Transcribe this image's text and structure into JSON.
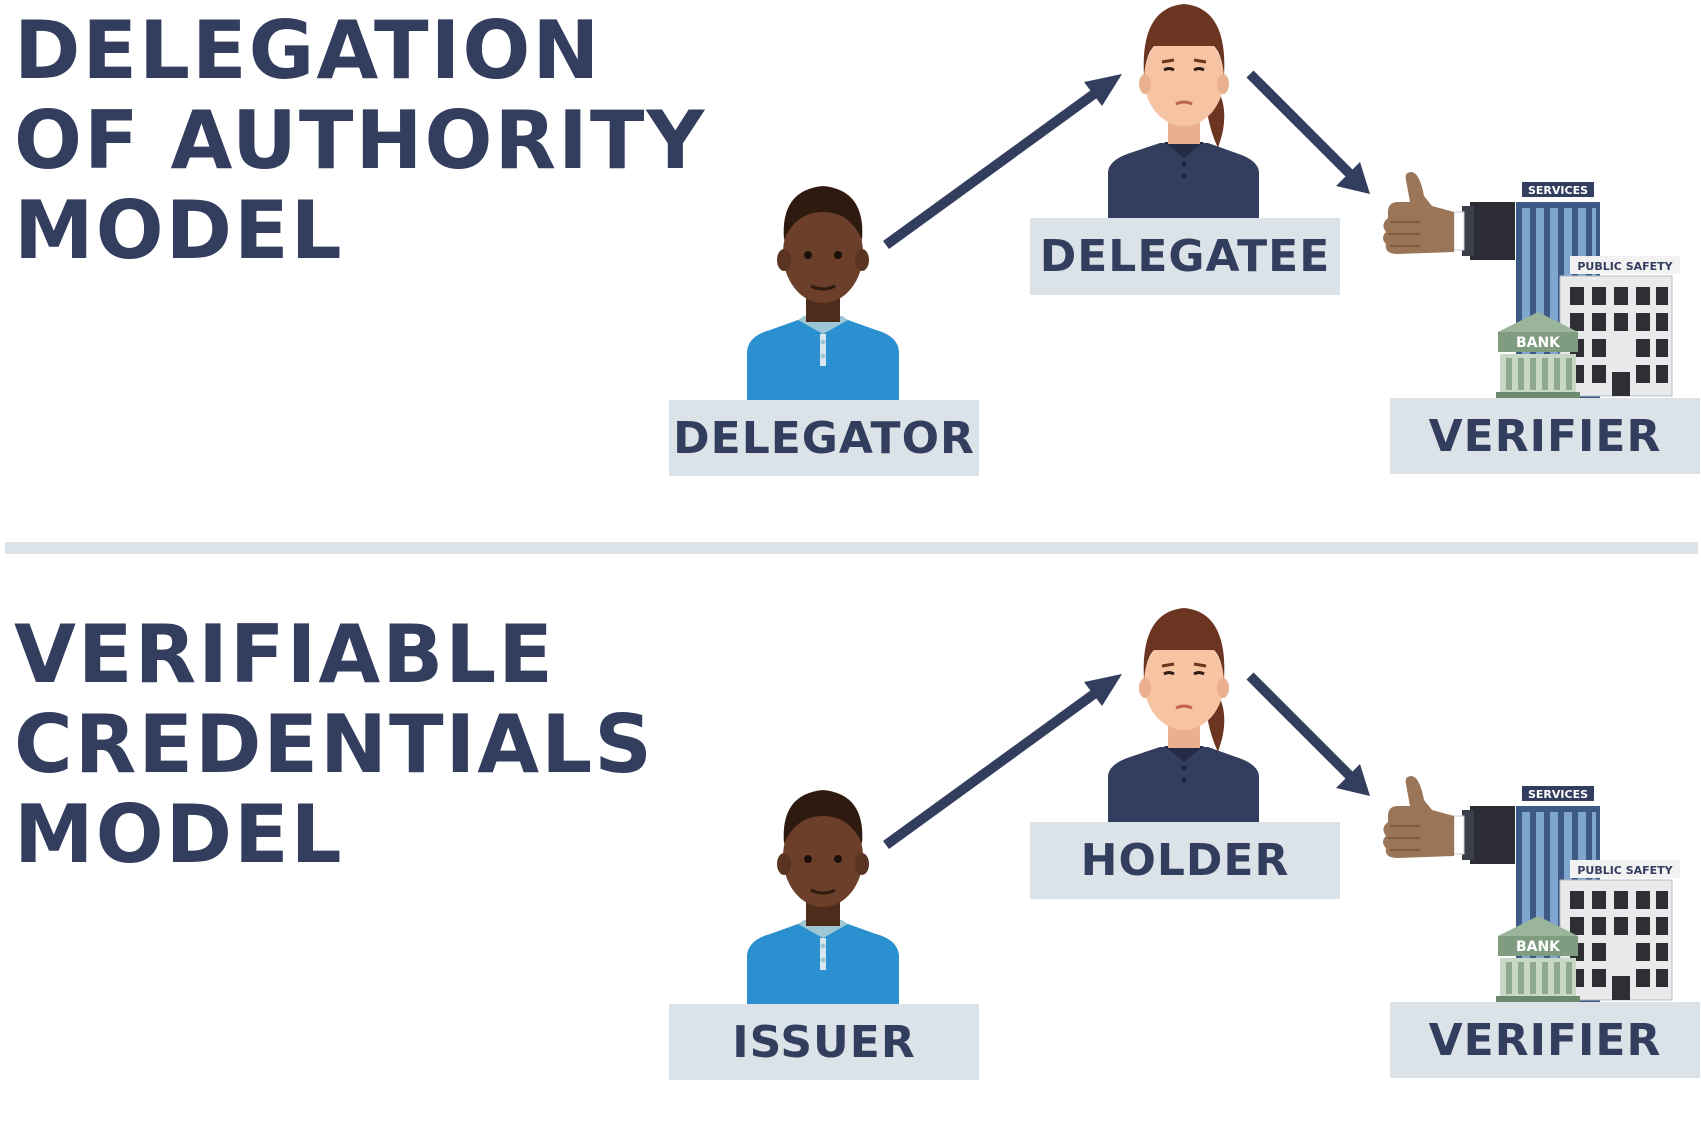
{
  "sections": [
    {
      "title_lines": [
        "DELEGATION",
        "OF AUTHORITY",
        "MODEL"
      ],
      "left_label": "DELEGATOR",
      "middle_label": "DELEGATEE",
      "right_label": "VERIFIER"
    },
    {
      "title_lines": [
        "VERIFIABLE",
        "CREDENTIALS",
        "MODEL"
      ],
      "left_label": "ISSUER",
      "middle_label": "HOLDER",
      "right_label": "VERIFIER"
    }
  ],
  "buildings": {
    "services": "SERVICES",
    "public_safety": "PUBLIC SAFETY",
    "bank": "BANK"
  },
  "colors": {
    "navy": "#333d5e",
    "label_bg": "#dbe2e8",
    "blue_shirt": "#2a90d0",
    "dark_skin": "#6b3f2a",
    "light_skin": "#f6c3a3",
    "hair_brown": "#6b3522"
  }
}
